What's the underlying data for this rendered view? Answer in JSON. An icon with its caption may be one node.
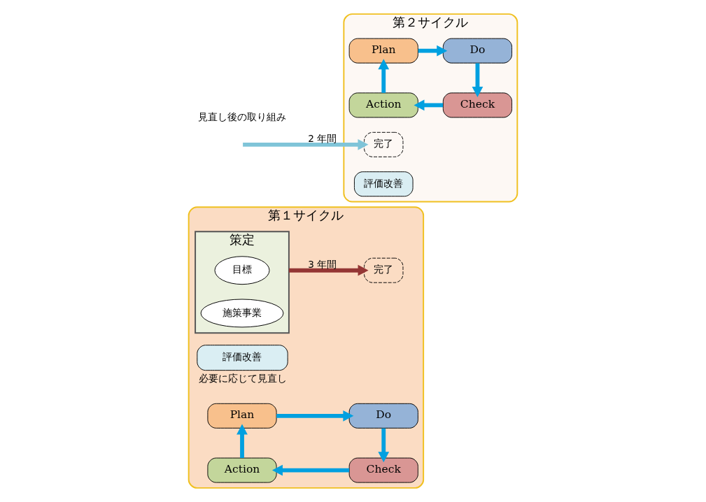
{
  "diagram": {
    "nodes": [
      {
        "text": [
          "第１サイクル"
        ]
      },
      {
        "text": [
          "策定"
        ],
        "in": 0
      },
      {
        "text": [
          "目標"
        ],
        "in": 1
      },
      {
        "text": [
          "施策事業"
        ],
        "in": 1
      },
      {
        "text": [
          "完了"
        ],
        "in": 0
      },
      {
        "text": [
          "評価改善"
        ],
        "in": 0,
        "beside": [
          "必要に応じて見直し"
        ]
      },
      {
        "text": [
          "Plan"
        ],
        "in": 0
      },
      {
        "text": [
          "Do"
        ],
        "in": 0
      },
      {
        "text": [
          "Action"
        ],
        "in": 0
      },
      {
        "text": [
          "Check"
        ],
        "in": 0
      },
      {
        "text": [
          "第２サイクル"
        ]
      },
      {
        "text": [
          "Plan"
        ],
        "in": 10
      },
      {
        "text": [
          "Do"
        ],
        "in": 10
      },
      {
        "text": [
          "Action"
        ],
        "in": 10
      },
      {
        "text": [
          "Check"
        ],
        "in": 10
      },
      {
        "text": [
          "完了"
        ],
        "in": 10
      },
      {
        "text": [
          "評価改善"
        ],
        "in": 10
      }
    ],
    "edges": [
      {
        "from": 1,
        "to": 4,
        "arrow": "to",
        "label": "3 年間",
        "color": "#943634"
      },
      {
        "from": 6,
        "to": 7,
        "arrow": "to"
      },
      {
        "from": 7,
        "to": 9,
        "arrow": "to"
      },
      {
        "from": 9,
        "to": 8,
        "arrow": "to"
      },
      {
        "from": 8,
        "to": 6,
        "arrow": "to"
      },
      {
        "from": null,
        "to": 15,
        "arrow": "to",
        "label": "2 年間",
        "color": "#7fc4d8"
      },
      {
        "from": 11,
        "to": 12,
        "arrow": "to"
      },
      {
        "from": 12,
        "to": 14,
        "arrow": "to"
      },
      {
        "from": 14,
        "to": 13,
        "arrow": "to"
      },
      {
        "from": 13,
        "to": 11,
        "arrow": "to"
      }
    ],
    "labels": [
      "見直し後の取り組み"
    ]
  }
}
